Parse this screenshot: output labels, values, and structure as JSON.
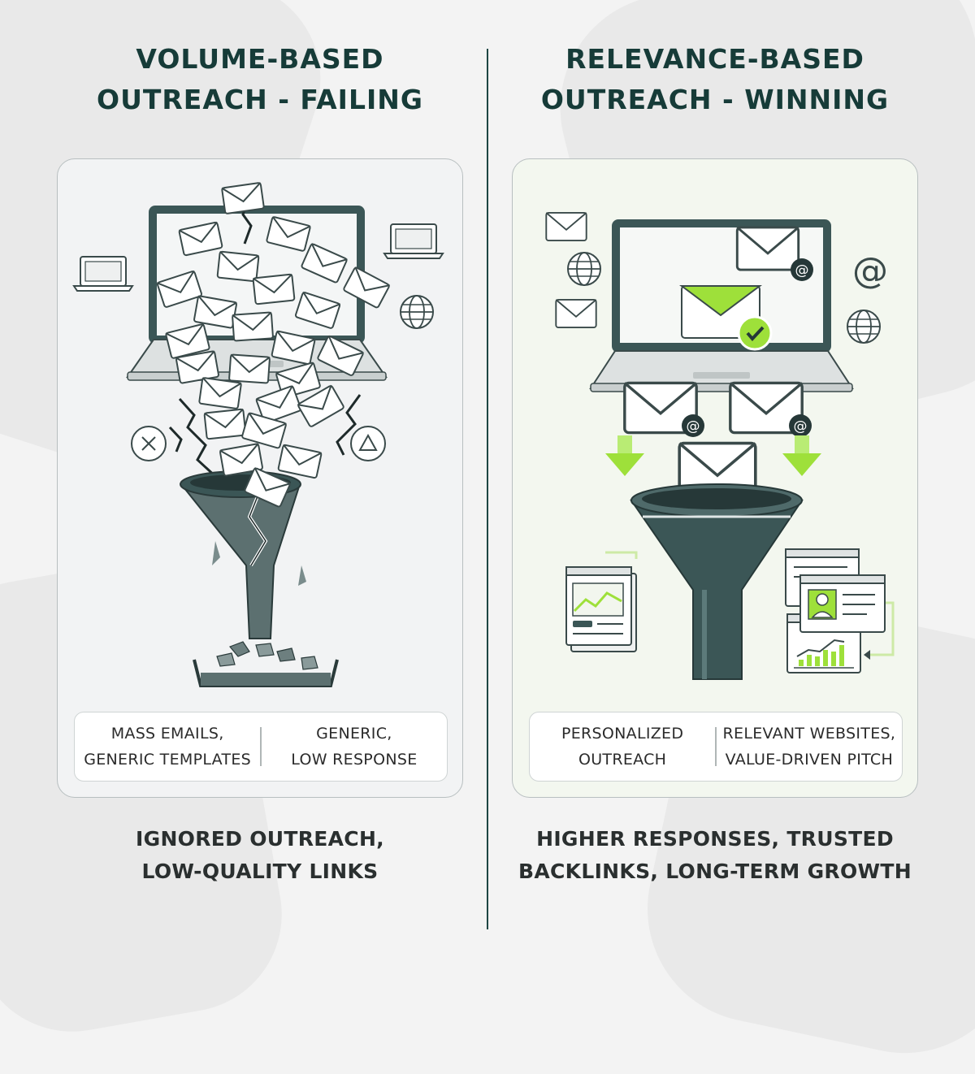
{
  "colors": {
    "title": "#163b38",
    "divider": "#1d4643",
    "accent_green": "#9ee03a",
    "funnel_dark": "#3b5656",
    "text": "#2b2b2b"
  },
  "left": {
    "title_line1": "VOLUME-BASED",
    "title_line2": "OUTREACH - FAILING",
    "caption_a_line1": "MASS EMAILS,",
    "caption_a_line2": "GENERIC TEMPLATES",
    "caption_b_line1": "GENERIC,",
    "caption_b_line2": "LOW RESPONSE",
    "outcome_line1": "IGNORED OUTREACH,",
    "outcome_line2": "LOW-QUALITY LINKS",
    "icons": [
      "laptop-icon",
      "envelope-icon",
      "cracked-funnel-icon",
      "close-circle-icon",
      "warning-triangle-icon",
      "globe-icon",
      "rubble-tray-icon"
    ]
  },
  "right": {
    "title_line1": "RELEVANCE-BASED",
    "title_line2": "OUTREACH - WINNING",
    "caption_a_line1": "PERSONALIZED",
    "caption_a_line2": "OUTREACH",
    "caption_b_line1": "RELEVANT WEBSITES,",
    "caption_b_line2": "VALUE-DRIVEN PITCH",
    "outcome_line1": "HIGHER RESPONSES, TRUSTED",
    "outcome_line2": "BACKLINKS, LONG-TERM GROWTH",
    "icons": [
      "laptop-icon",
      "envelope-icon",
      "at-sign-icon",
      "check-icon",
      "funnel-icon",
      "globe-icon",
      "arrow-down-icon",
      "webpage-icon",
      "profile-card-icon",
      "growth-chart-icon"
    ]
  }
}
